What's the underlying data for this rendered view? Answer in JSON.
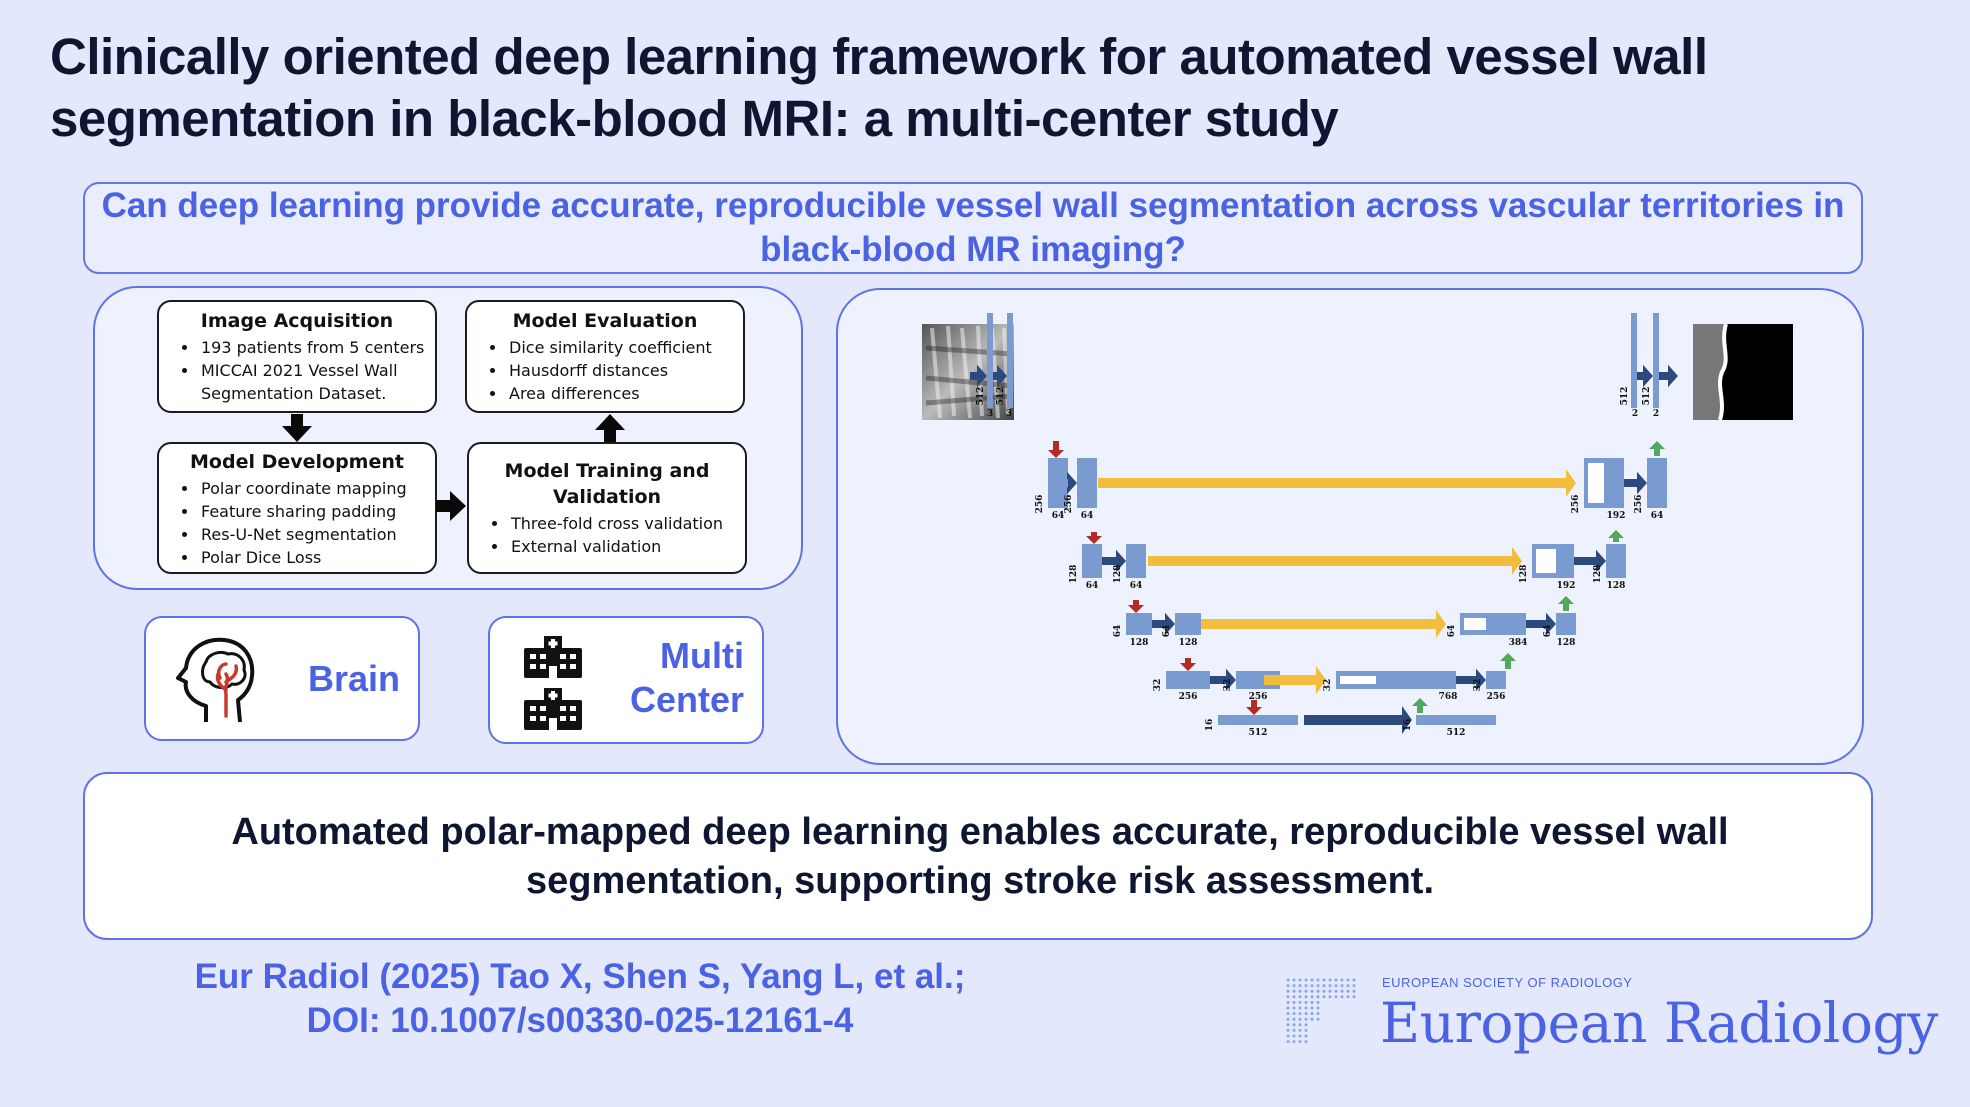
{
  "title": "Clinically oriented deep learning framework for automated vessel wall segmentation in black-blood MRI: a multi-center study",
  "question": "Can deep learning provide accurate, reproducible vessel wall segmentation across vascular territories in black-blood MR imaging?",
  "workflow": {
    "acquisition": {
      "title": "Image Acquisition",
      "items": [
        "193 patients from 5 centers",
        "MICCAI 2021 Vessel Wall Segmentation Dataset."
      ]
    },
    "evaluation": {
      "title": "Model Evaluation",
      "items": [
        "Dice similarity coefficient",
        "Hausdorff distances",
        "Area differences"
      ]
    },
    "development": {
      "title": "Model Development",
      "items": [
        "Polar coordinate mapping",
        "Feature sharing padding",
        "Res-U-Net segmentation",
        "Polar Dice Loss"
      ]
    },
    "training": {
      "title": "Model Training and Validation",
      "items": [
        "Three-fold cross validation",
        "External validation"
      ]
    }
  },
  "icons": {
    "brain": {
      "icon": "head-brain-vessels-icon",
      "label": "Brain"
    },
    "multicenter": {
      "icon": "hospital-building-icon",
      "label_line1": "Multi",
      "label_line2": "Center"
    }
  },
  "unet": {
    "input_sizes": [
      "512",
      "512"
    ],
    "input_channels": [
      "3",
      "3"
    ],
    "output_sizes": [
      "512",
      "512"
    ],
    "output_channels": [
      "2",
      "2"
    ],
    "level1": {
      "size": "256",
      "channels_a": "64",
      "channels_b": "64",
      "dec_size": "256",
      "dec_channels_a": "192",
      "dec_channels_b": "64"
    },
    "level2": {
      "size": "128",
      "channels_a": "64",
      "channels_b": "64",
      "dec_size": "128",
      "dec_channels_a": "192",
      "dec_channels_b": "128"
    },
    "level3": {
      "size": "64",
      "channels_a": "128",
      "channels_b": "128",
      "dec_size": "64",
      "dec_channels_a": "384",
      "dec_channels_b": "128"
    },
    "level4": {
      "size": "32",
      "channels_a": "256",
      "channels_b": "256",
      "dec_size": "32",
      "dec_channels_a": "768",
      "dec_channels_b": "256"
    },
    "bottleneck": {
      "size": "16",
      "channels_a": "512",
      "channels_b": "512"
    },
    "colors": {
      "block": "#7a9bd0",
      "conv_arrow": "#2d4a7f",
      "skip": "#f2bd3c",
      "down": "#b42a24",
      "up": "#52a85b"
    }
  },
  "conclusion": "Automated polar-mapped deep learning enables accurate, reproducible vessel wall segmentation, supporting stroke risk assessment.",
  "citation": {
    "line1": "Eur Radiol (2025) Tao X, Shen S, Yang L, et al.;",
    "line2": "DOI: 10.1007/s00330-025-12161-4"
  },
  "journal": {
    "society": "EUROPEAN SOCIETY OF RADIOLOGY",
    "name": "European Radiology"
  },
  "colors": {
    "accent": "#4b63e3",
    "background": "#e3e8fc",
    "dark_text": "#0f1631"
  }
}
